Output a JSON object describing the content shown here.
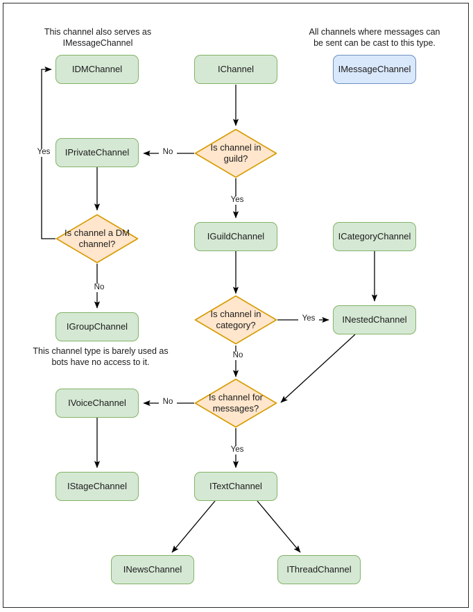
{
  "diagram": {
    "title": "Discord channel interface type decision flowchart",
    "colors": {
      "node_fill": "#d5e8d4",
      "node_border": "#82b366",
      "blue_node_fill": "#dae8fc",
      "blue_node_border": "#6c8ebf",
      "decision_fill": "#ffe6cc",
      "decision_border": "#d79b00",
      "edge": "#000000",
      "text": "#1b1b1b",
      "frame_border": "#2b2b2b",
      "background": "#ffffff"
    },
    "notes": [
      {
        "id": "note-dm",
        "text": "This channel also serves as IMessageChannel"
      },
      {
        "id": "note-message",
        "text": "All channels where messages can be sent can be cast to this type."
      },
      {
        "id": "note-group",
        "text": "This channel type is barely used as bots have no access to it."
      }
    ],
    "nodes": [
      {
        "id": "idm-channel",
        "label": "IDMChannel",
        "shape": "box",
        "color": "green"
      },
      {
        "id": "ichannel",
        "label": "IChannel",
        "shape": "box",
        "color": "green"
      },
      {
        "id": "imessage-channel",
        "label": "IMessageChannel",
        "shape": "box",
        "color": "blue"
      },
      {
        "id": "iprivate-channel",
        "label": "IPrivateChannel",
        "shape": "box",
        "color": "green"
      },
      {
        "id": "is-channel-in-guild",
        "label": "Is channel in guild?",
        "shape": "decision",
        "color": "orange"
      },
      {
        "id": "is-channel-a-dm-channel",
        "label": "Is channel a DM channel?",
        "shape": "decision",
        "color": "orange"
      },
      {
        "id": "iguild-channel",
        "label": "IGuildChannel",
        "shape": "box",
        "color": "green"
      },
      {
        "id": "icategory-channel",
        "label": "ICategoryChannel",
        "shape": "box",
        "color": "green"
      },
      {
        "id": "igroup-channel",
        "label": "IGroupChannel",
        "shape": "box",
        "color": "green"
      },
      {
        "id": "is-channel-in-category",
        "label": "Is channel in category?",
        "shape": "decision",
        "color": "orange"
      },
      {
        "id": "inested-channel",
        "label": "INestedChannel",
        "shape": "box",
        "color": "green"
      },
      {
        "id": "ivoice-channel",
        "label": "IVoiceChannel",
        "shape": "box",
        "color": "green"
      },
      {
        "id": "is-channel-for-messages",
        "label": "Is channel for messages?",
        "shape": "decision",
        "color": "orange"
      },
      {
        "id": "istage-channel",
        "label": "IStageChannel",
        "shape": "box",
        "color": "green"
      },
      {
        "id": "itext-channel",
        "label": "ITextChannel",
        "shape": "box",
        "color": "green"
      },
      {
        "id": "inews-channel",
        "label": "INewsChannel",
        "shape": "box",
        "color": "green"
      },
      {
        "id": "ithread-channel",
        "label": "IThreadChannel",
        "shape": "box",
        "color": "green"
      }
    ],
    "edge_labels": [
      {
        "id": "label-yes-dm",
        "text": "Yes"
      },
      {
        "id": "label-no-guild",
        "text": "No"
      },
      {
        "id": "label-yes-guild",
        "text": "Yes"
      },
      {
        "id": "label-no-dm",
        "text": "No"
      },
      {
        "id": "label-yes-category",
        "text": "Yes"
      },
      {
        "id": "label-no-category",
        "text": "No"
      },
      {
        "id": "label-no-messages",
        "text": "No"
      },
      {
        "id": "label-yes-messages",
        "text": "Yes"
      }
    ],
    "edges": [
      {
        "from": "ichannel",
        "to": "is-channel-in-guild",
        "label": ""
      },
      {
        "from": "is-channel-in-guild",
        "to": "iprivate-channel",
        "label": "No"
      },
      {
        "from": "is-channel-in-guild",
        "to": "iguild-channel",
        "label": "Yes"
      },
      {
        "from": "iprivate-channel",
        "to": "is-channel-a-dm-channel",
        "label": ""
      },
      {
        "from": "is-channel-a-dm-channel",
        "to": "idm-channel",
        "label": "Yes"
      },
      {
        "from": "is-channel-a-dm-channel",
        "to": "igroup-channel",
        "label": "No"
      },
      {
        "from": "iguild-channel",
        "to": "is-channel-in-category",
        "label": ""
      },
      {
        "from": "is-channel-in-category",
        "to": "inested-channel",
        "label": "Yes"
      },
      {
        "from": "is-channel-in-category",
        "to": "is-channel-for-messages",
        "label": "No"
      },
      {
        "from": "icategory-channel",
        "to": "inested-channel",
        "label": ""
      },
      {
        "from": "inested-channel",
        "to": "is-channel-for-messages",
        "label": ""
      },
      {
        "from": "is-channel-for-messages",
        "to": "ivoice-channel",
        "label": "No"
      },
      {
        "from": "is-channel-for-messages",
        "to": "itext-channel",
        "label": "Yes"
      },
      {
        "from": "ivoice-channel",
        "to": "istage-channel",
        "label": ""
      },
      {
        "from": "itext-channel",
        "to": "inews-channel",
        "label": ""
      },
      {
        "from": "itext-channel",
        "to": "ithread-channel",
        "label": ""
      }
    ]
  }
}
